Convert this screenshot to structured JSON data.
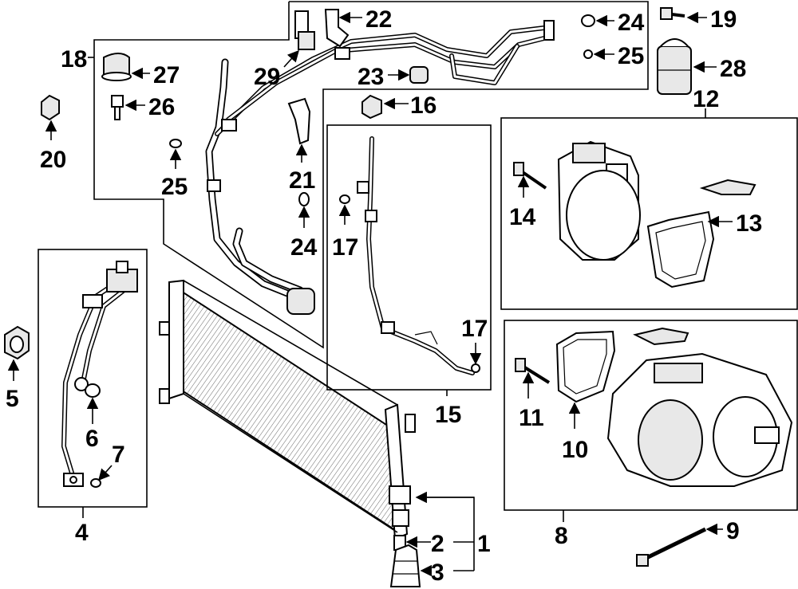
{
  "callouts": {
    "c1": "1",
    "c2": "2",
    "c3": "3",
    "c4": "4",
    "c5": "5",
    "c6": "6",
    "c7": "7",
    "c8": "8",
    "c9": "9",
    "c10": "10",
    "c11": "11",
    "c12": "12",
    "c13": "13",
    "c14": "14",
    "c15": "15",
    "c16": "16",
    "c17a": "17",
    "c17b": "17",
    "c18": "18",
    "c19": "19",
    "c20": "20",
    "c21": "21",
    "c22": "22",
    "c23": "23",
    "c24a": "24",
    "c24b": "24",
    "c25a": "25",
    "c25b": "25",
    "c26": "26",
    "c27": "27",
    "c28": "28",
    "c29": "29"
  }
}
